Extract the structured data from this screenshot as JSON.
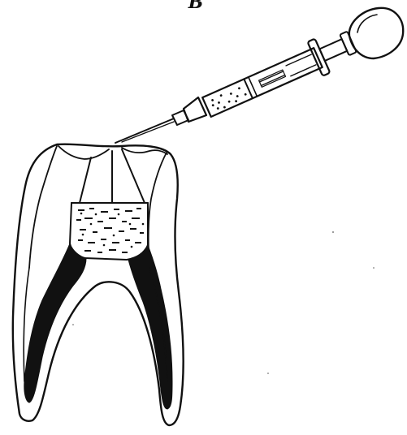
{
  "figure": {
    "label": "B"
  },
  "colors": {
    "ink": "#111111",
    "paper": "#ffffff"
  },
  "icons": {
    "tooth": "tooth-illustration",
    "syringe": "syringe-illustration"
  }
}
